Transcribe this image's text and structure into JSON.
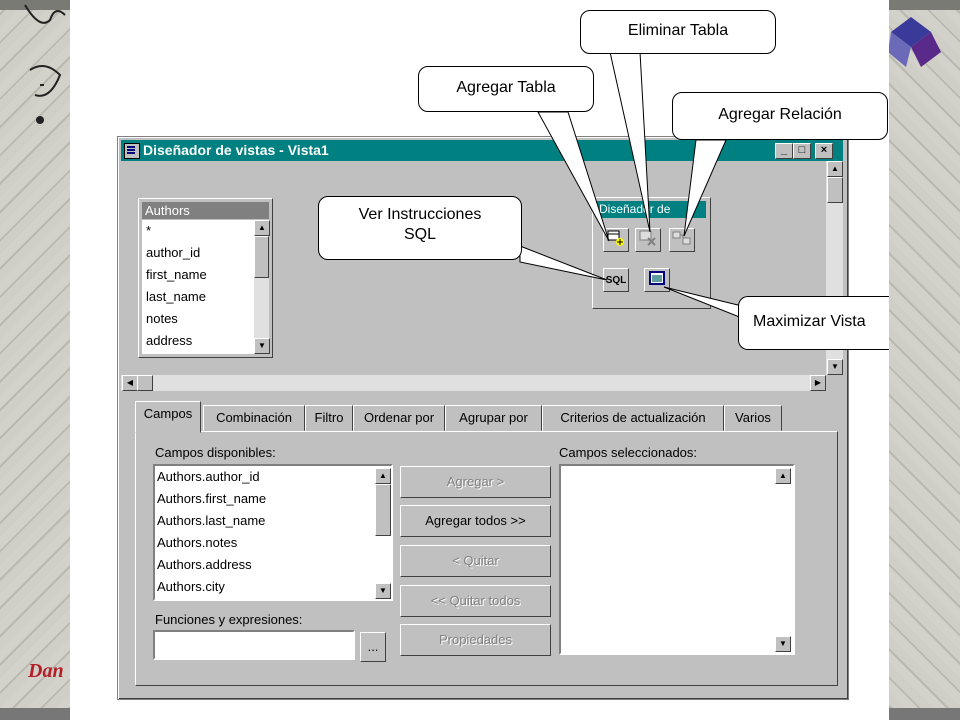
{
  "window": {
    "title": "Diseñador de vistas - Vista1",
    "minimize": "_",
    "maximize": "□",
    "close": "×"
  },
  "table": {
    "name": "Authors",
    "fields": [
      "*",
      "author_id",
      "first_name",
      "last_name",
      "notes",
      "address"
    ]
  },
  "toolbar": {
    "title": "Diseñador de",
    "sql_label": "SQL"
  },
  "tabs": [
    "Campos",
    "Combinación",
    "Filtro",
    "Ordenar por",
    "Agrupar por",
    "Criterios de actualización",
    "Varios"
  ],
  "panel": {
    "available_label": "Campos disponibles:",
    "available": [
      "Authors.author_id",
      "Authors.first_name",
      "Authors.last_name",
      "Authors.notes",
      "Authors.address",
      "Authors.city"
    ],
    "functions_label": "Funciones y expresiones:",
    "ellipsis": "...",
    "selected_label": "Campos seleccionados:",
    "buttons": {
      "add": "Agregar >",
      "add_all": "Agregar todos >>",
      "remove": "< Quitar",
      "remove_all": "<< Quitar todos",
      "properties": "Propiedades"
    }
  },
  "callouts": {
    "eliminar": "Eliminar Tabla",
    "agregar_tabla": "Agregar Tabla",
    "agregar_relacion": "Agregar Relación",
    "ver_sql_line1": "Ver Instrucciones",
    "ver_sql_line2": "SQL",
    "maximizar": "Maximizar Vista"
  },
  "colors": {
    "titlebar": "#008080",
    "face": "#c0c0c0",
    "frame_accent": "#b3202a"
  }
}
